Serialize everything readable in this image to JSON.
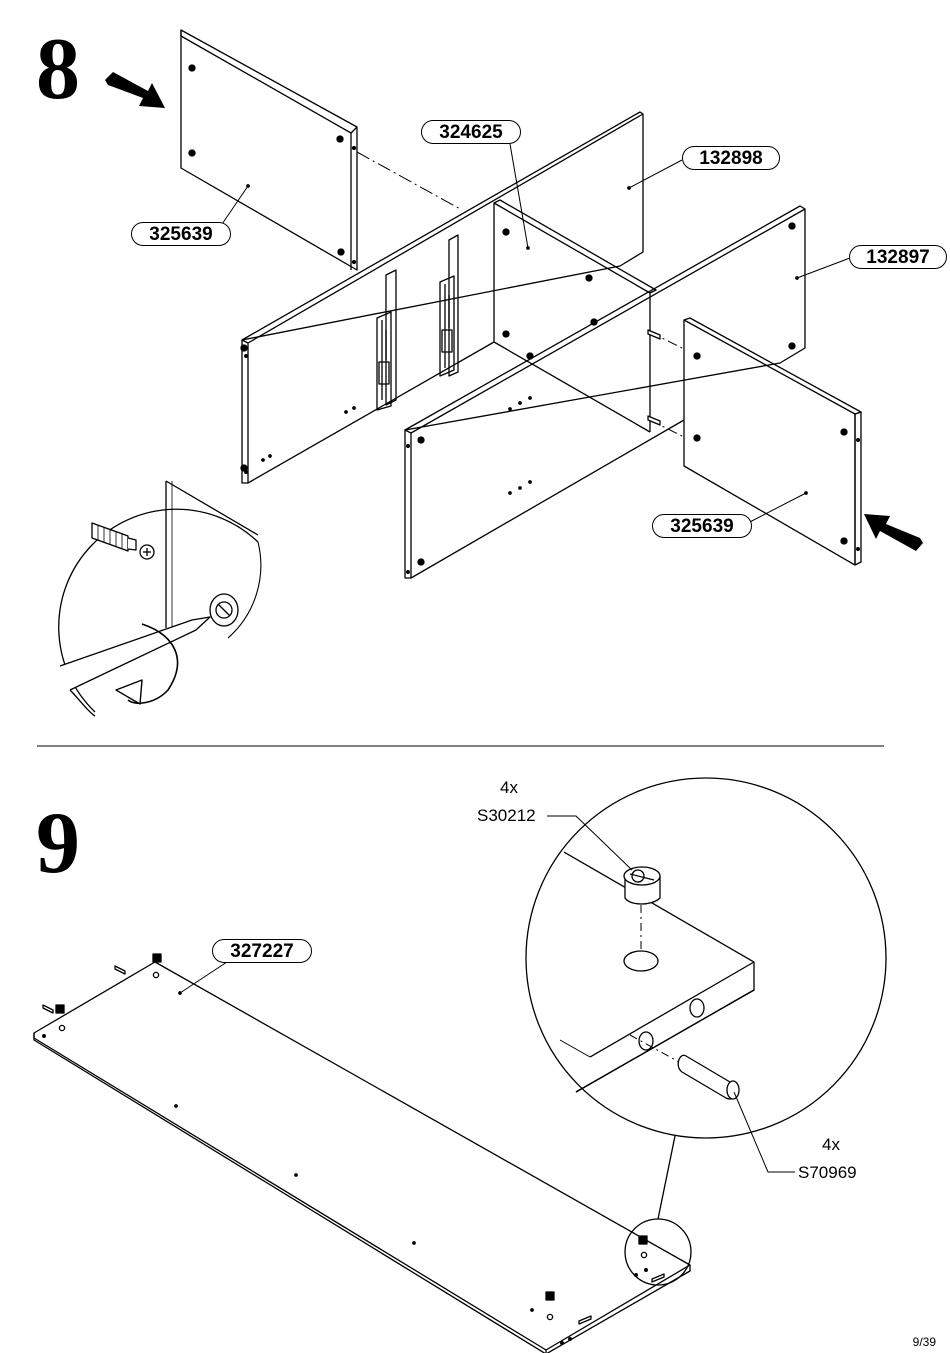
{
  "step8": {
    "number": "8",
    "labels": {
      "left_side": "325639",
      "divider": "324625",
      "back_panel": "132898",
      "front_panel": "132897",
      "right_side": "325639"
    }
  },
  "step9": {
    "number": "9",
    "labels": {
      "bottom_panel": "327227",
      "cam_qty": "4x",
      "cam_code": "S30212",
      "dowel_qty": "4x",
      "dowel_code": "S70969"
    }
  },
  "page_number": "9/39"
}
